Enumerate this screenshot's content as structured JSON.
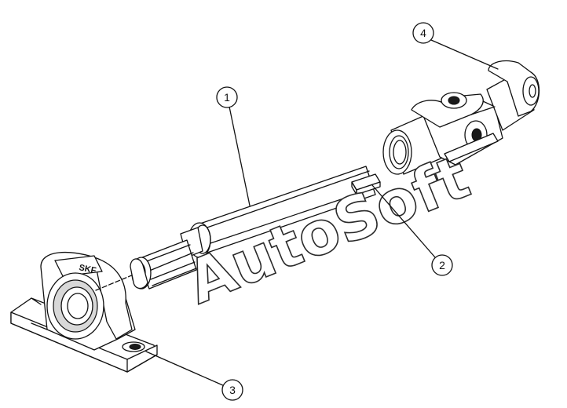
{
  "watermark": {
    "text": "AutoSoft"
  },
  "callouts": [
    {
      "id": "1",
      "label": "1"
    },
    {
      "id": "2",
      "label": "2"
    },
    {
      "id": "3",
      "label": "3"
    },
    {
      "id": "4",
      "label": "4"
    }
  ],
  "bearing_stamp": "SKF"
}
